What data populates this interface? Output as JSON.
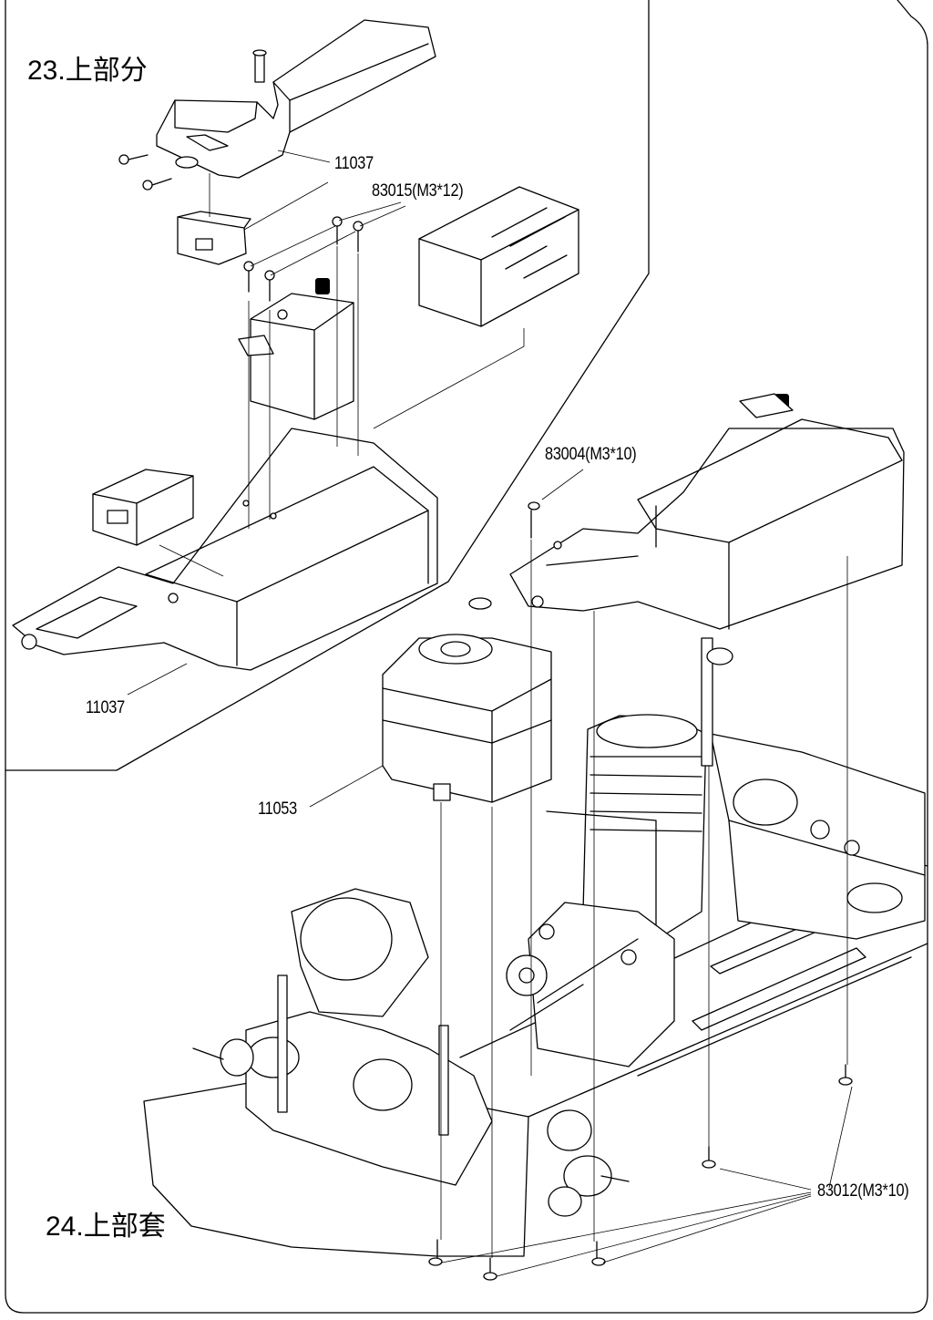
{
  "steps": [
    {
      "number": "23.",
      "title": "上部分"
    },
    {
      "number": "24.",
      "title": "上部套"
    }
  ],
  "parts": {
    "p11037_top": "11037",
    "p83015": "83015(M3*12)",
    "p11037_bottom": "11037",
    "p83004": "83004(M3*10)",
    "p11053": "11053",
    "p83012": "83012(M3*10)"
  },
  "colors": {
    "line": "#000000",
    "paper": "#ffffff"
  }
}
